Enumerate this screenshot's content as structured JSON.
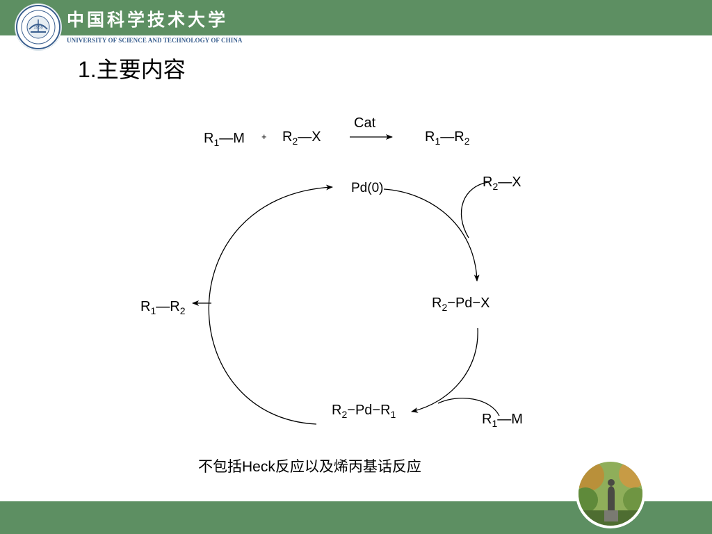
{
  "header": {
    "university_cn": "中国科学技术大学",
    "university_en": "UNIVERSITY OF SCIENCE AND TECHNOLOGY OF CHINA",
    "emblem_year": "1958",
    "band_color": "#5d8f62",
    "emblem_color": "#3a5f8f"
  },
  "slide": {
    "title": "1.主要内容",
    "caption": "不包括Heck反应以及烯丙基话反应"
  },
  "reaction": {
    "arrow_label": "Cat",
    "plus": "+",
    "reactant1": {
      "r": "R",
      "sub": "1",
      "bond": "—",
      "end": "M"
    },
    "reactant2": {
      "r": "R",
      "sub": "2",
      "bond": "—",
      "end": "X"
    },
    "product": {
      "r": "R",
      "sub": "1",
      "bond": "—",
      "r2": "R",
      "sub2": "2"
    }
  },
  "cycle": {
    "catalyst": "Pd(0)",
    "oxidative_addition_reagent": {
      "r": "R",
      "sub": "2",
      "bond": "—",
      "end": "X"
    },
    "intermediate1": {
      "r": "R",
      "sub": "2",
      "bond1": "−",
      "metal": "Pd",
      "bond2": "−",
      "end": "X"
    },
    "transmetalation_reagent": {
      "r": "R",
      "sub": "1",
      "bond": "—",
      "end": "M"
    },
    "intermediate2": {
      "r": "R",
      "sub": "2",
      "bond1": "−",
      "metal": "Pd",
      "bond2": "−",
      "r2": "R",
      "sub2": "1"
    },
    "released_product": {
      "r": "R",
      "sub": "1",
      "bond": "—",
      "r2": "R",
      "sub2": "2"
    }
  },
  "icons": {
    "emblem": "university-emblem-icon",
    "photo": "campus-statue-photo"
  }
}
